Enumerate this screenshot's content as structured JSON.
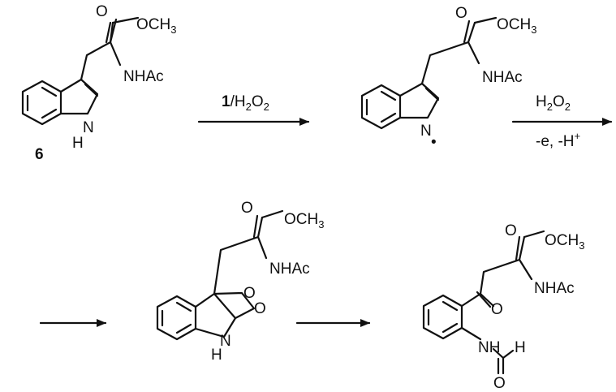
{
  "scheme": {
    "compound_6": {
      "number": "6",
      "ester": [
        "O",
        "OCH",
        "3"
      ],
      "amide": "NHAc",
      "nh": [
        "N",
        "H"
      ]
    },
    "step1": {
      "reagent_bold": "1",
      "reagent_rest": "/H",
      "sub": "2",
      "o": "O",
      "sub2": "2"
    },
    "radical": {
      "ester": [
        "O",
        "OCH",
        "3"
      ],
      "amide": "NHAc",
      "n": "N",
      "dot": "•"
    },
    "step2": {
      "top": [
        "H",
        "2",
        "O",
        "2"
      ],
      "bottom": [
        "-e, -H",
        "+"
      ]
    },
    "dioxetane": {
      "ester": [
        "O",
        "OCH",
        "3"
      ],
      "amide": "NHAc",
      "o1": "O",
      "o2": "O",
      "nh": [
        "N",
        "H"
      ]
    },
    "product": {
      "ester": [
        "O",
        "OCH",
        "3"
      ],
      "amide": "NHAc",
      "ketone_o": "O",
      "nh": "NH",
      "h": "H",
      "formyl_o": "O"
    }
  }
}
